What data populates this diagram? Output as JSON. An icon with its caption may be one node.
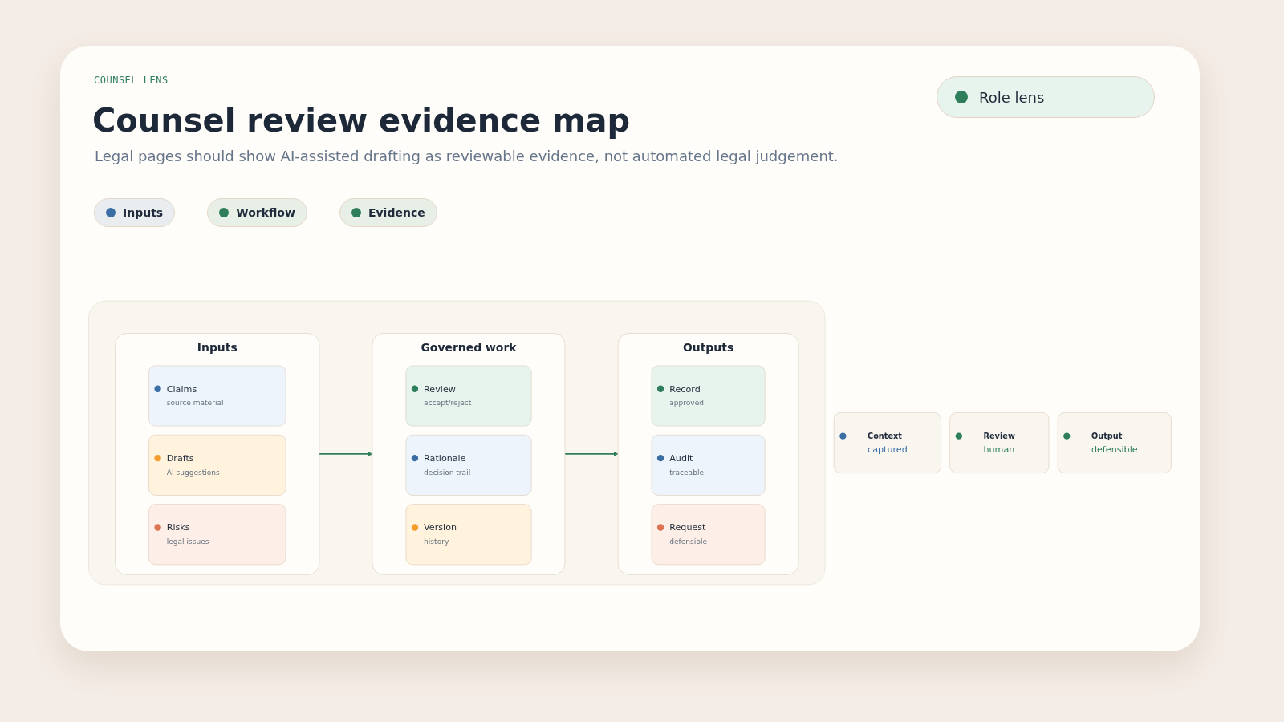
{
  "diagram": {
    "title": "Counsel review evidence map",
    "nodes": [
      {
        "text": [],
        "shape": "box"
      },
      {
        "text": [
          "Inputs"
        ],
        "in": 0
      },
      {
        "text": [
          "Claims",
          "source material"
        ],
        "in": 1
      },
      {
        "text": [
          "Drafts",
          "AI suggestions"
        ],
        "in": 1
      },
      {
        "text": [
          "Risks",
          "legal issues"
        ],
        "in": 1
      },
      {
        "text": [
          "Governed work"
        ],
        "in": 0
      },
      {
        "text": [
          "Review",
          "accept/reject"
        ],
        "in": 5
      },
      {
        "text": [
          "Rationale",
          "decision trail"
        ],
        "in": 5
      },
      {
        "text": [
          "Version",
          "history"
        ],
        "in": 5
      },
      {
        "text": [
          "Outputs"
        ],
        "in": 0
      },
      {
        "text": [
          "Record",
          "approved"
        ],
        "in": 9
      },
      {
        "text": [
          "Audit",
          "traceable"
        ],
        "in": 9
      },
      {
        "text": [
          "Request",
          "defensible"
        ],
        "in": 9
      },
      {
        "text": [
          "Context",
          "captured"
        ]
      },
      {
        "text": [
          "Review",
          "human"
        ]
      },
      {
        "text": [
          "Output",
          "defensible"
        ]
      }
    ],
    "edges": [
      {
        "from": 1,
        "to": 5,
        "arrow": "to"
      },
      {
        "from": 5,
        "to": 9,
        "arrow": "to"
      }
    ],
    "labels": [
      "COUNSEL LENS",
      "Role lens",
      "Legal pages should show AI-assisted drafting as reviewable evidence, not automated legal judgement."
    ],
    "legend": [
      {
        "text": "Inputs",
        "color": "#3a6ea5"
      },
      {
        "text": "Workflow",
        "color": "#2e7d5b"
      },
      {
        "text": "Evidence",
        "color": "#2e7d5b"
      }
    ]
  }
}
